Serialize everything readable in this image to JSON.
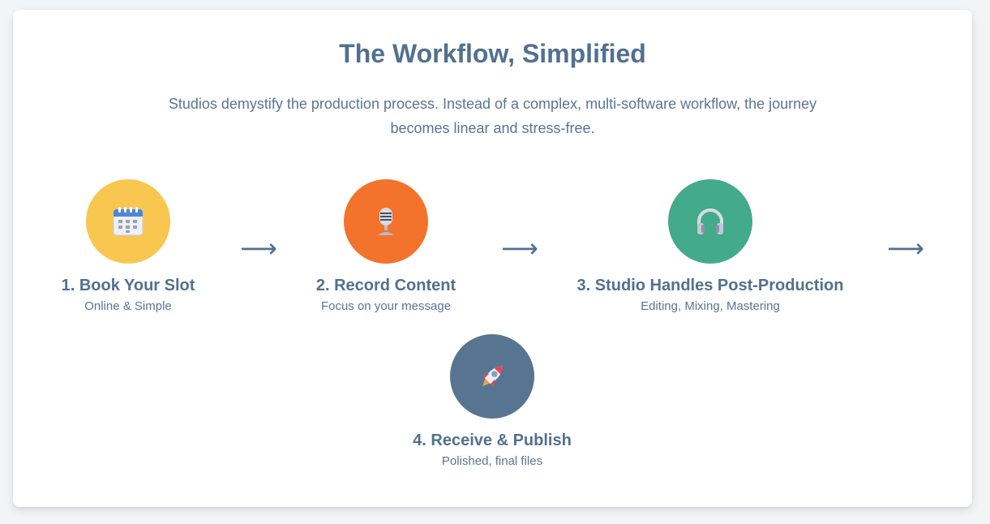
{
  "header": {
    "title": "The Workflow, Simplified",
    "subtitle": "Studios demystify the production process. Instead of a complex, multi-software workflow, the journey becomes linear and stress-free."
  },
  "arrow_glyph": "⟶",
  "steps": [
    {
      "title": "1. Book Your Slot",
      "subtitle": "Online & Simple",
      "icon": "calendar-icon",
      "color": "#f9c74f"
    },
    {
      "title": "2. Record Content",
      "subtitle": "Focus on your message",
      "icon": "microphone-icon",
      "color": "#f3722c"
    },
    {
      "title": "3. Studio Handles Post-Production",
      "subtitle": "Editing, Mixing, Mastering",
      "icon": "headphones-icon",
      "color": "#43aa8b"
    },
    {
      "title": "4. Receive & Publish",
      "subtitle": "Polished, final files",
      "icon": "rocket-icon",
      "color": "#577590"
    }
  ]
}
